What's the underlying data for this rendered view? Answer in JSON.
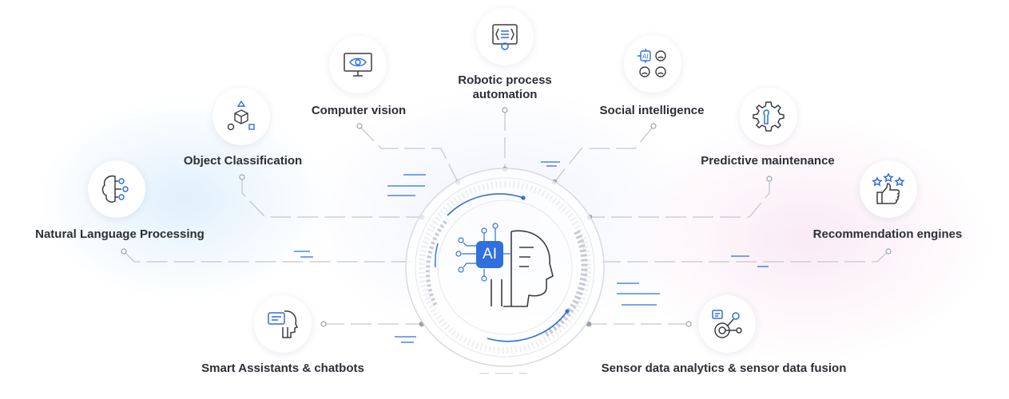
{
  "hub": {
    "badge": "AI"
  },
  "nodes": {
    "nlp": {
      "label": "Natural Language Processing",
      "icon": "brain-circuit-icon"
    },
    "object_classification": {
      "label": "Object Classification",
      "icon": "shapes-cube-icon"
    },
    "computer_vision": {
      "label": "Computer vision",
      "icon": "monitor-eye-icon"
    },
    "rpa": {
      "label_line1": "Robotic process",
      "label_line2": "automation",
      "icon": "document-gear-icon"
    },
    "social_intelligence": {
      "label": "Social intelligence",
      "icon": "ai-people-network-icon"
    },
    "predictive_maintenance": {
      "label": "Predictive maintenance",
      "icon": "gear-wrench-icon"
    },
    "recommendation": {
      "label": "Recommendation engines",
      "icon": "thumbs-up-stars-icon"
    },
    "smart_assistants": {
      "label": "Smart Assistants & chatbots",
      "icon": "head-chat-icon"
    },
    "sensor_fusion": {
      "label": "Sensor data analytics & sensor data fusion",
      "icon": "sensor-chart-icon"
    }
  },
  "colors": {
    "accent": "#2f6fde",
    "line": "#c4c8cf",
    "text": "#2c2f36",
    "icon": "#3a3d44"
  }
}
